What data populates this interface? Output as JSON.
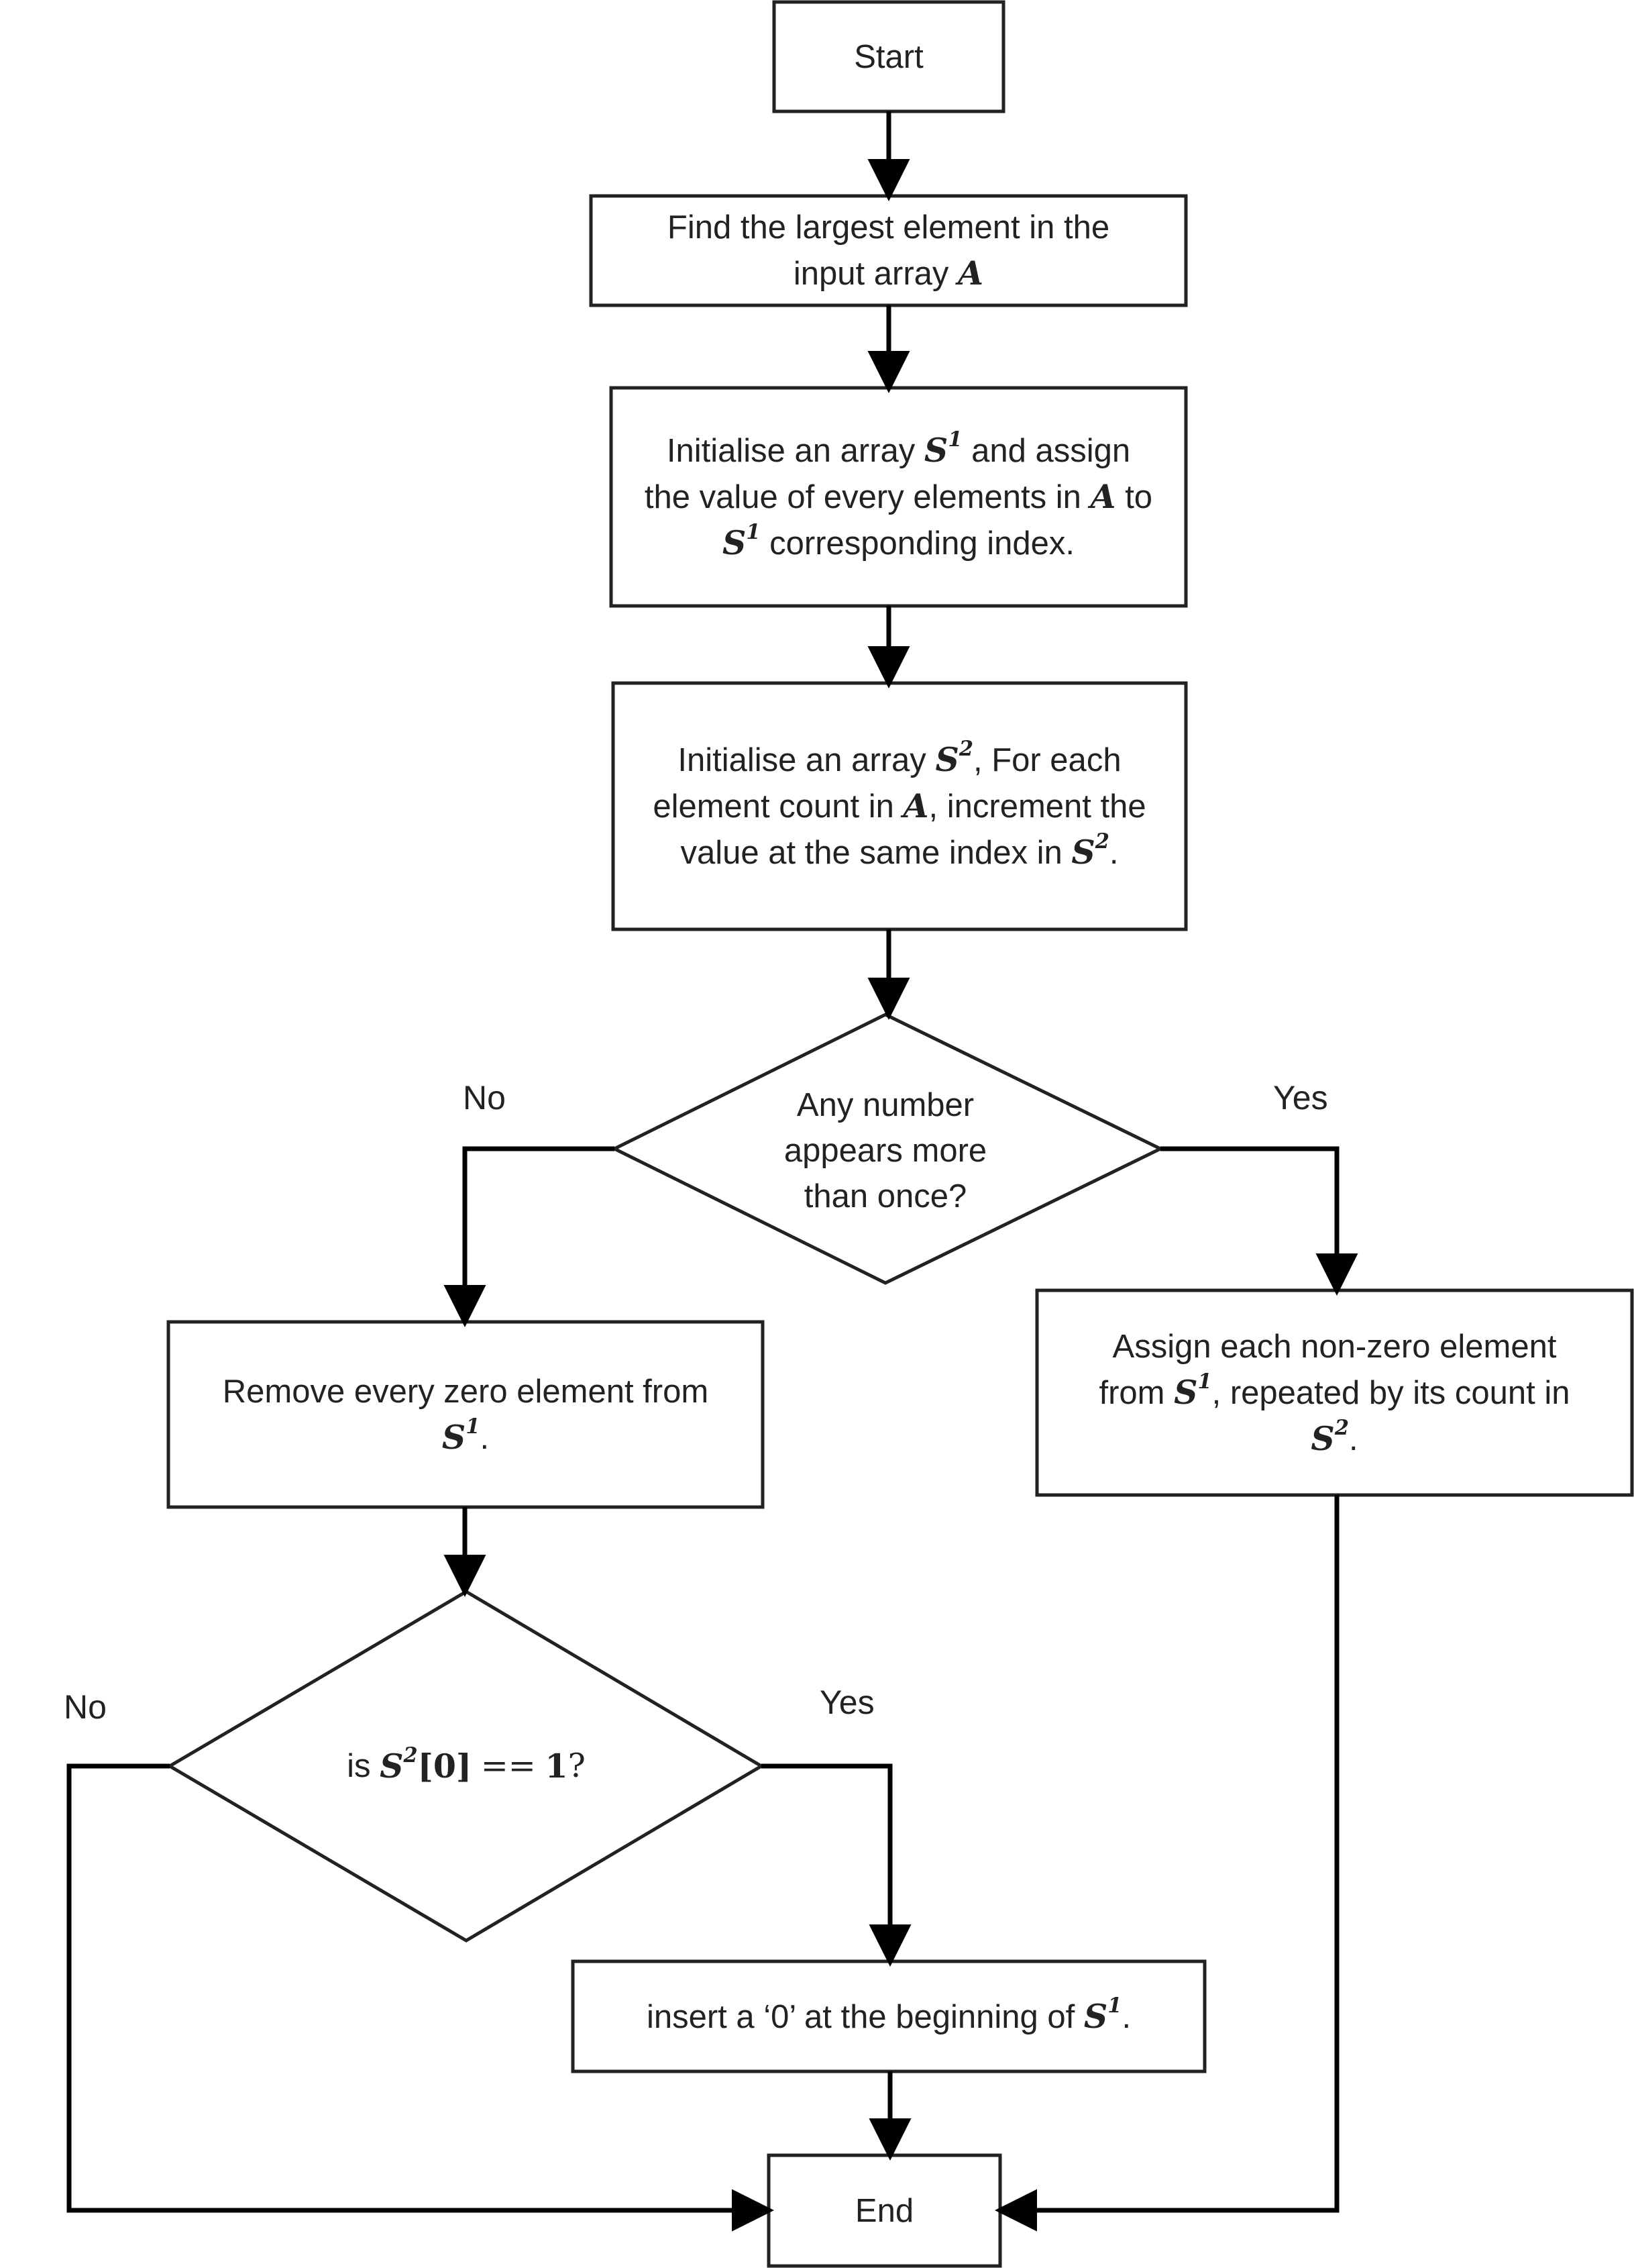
{
  "nodes": {
    "start": "Start",
    "find_largest": {
      "text": "Find the largest element in the input array",
      "var": "A"
    },
    "init_s1": {
      "t1": "Initialise an array",
      "s": "S",
      "sup": "1",
      "t2": "and assign the value of every elements in",
      "a": "A",
      "t3": "to",
      "t4": "corresponding index."
    },
    "init_s2": {
      "t1": "Initialise an array",
      "s": "S",
      "sup": "2",
      "t2": ", For each element count in",
      "a": "A",
      "t3": ", increment the value at the same index in",
      "t4": "."
    },
    "decision_repeat": "Any number appears more than once?",
    "remove_zero": {
      "t1": "Remove every zero element from",
      "s": "S",
      "sup": "1",
      "t2": "."
    },
    "assign_nonzero": {
      "t1": "Assign each non-zero element from",
      "s": "S",
      "sup": "1",
      "t2": ", repeated by its count in",
      "sup2": "2",
      "t3": "."
    },
    "decision_first": {
      "t1": "is",
      "s": "S",
      "sup": "2",
      "idx": "[0]",
      "op": "==",
      "val": "1",
      "t2": "?"
    },
    "insert_zero": {
      "t1": "insert a ‘0’ at the beginning of",
      "s": "S",
      "sup": "1",
      "t2": "."
    },
    "end": "End"
  },
  "branches": {
    "repeat_no": "No",
    "repeat_yes": "Yes",
    "first_no": "No",
    "first_yes": "Yes"
  },
  "colors": {
    "stroke": "#222222",
    "arrow": "#000000",
    "background": "#ffffff"
  }
}
